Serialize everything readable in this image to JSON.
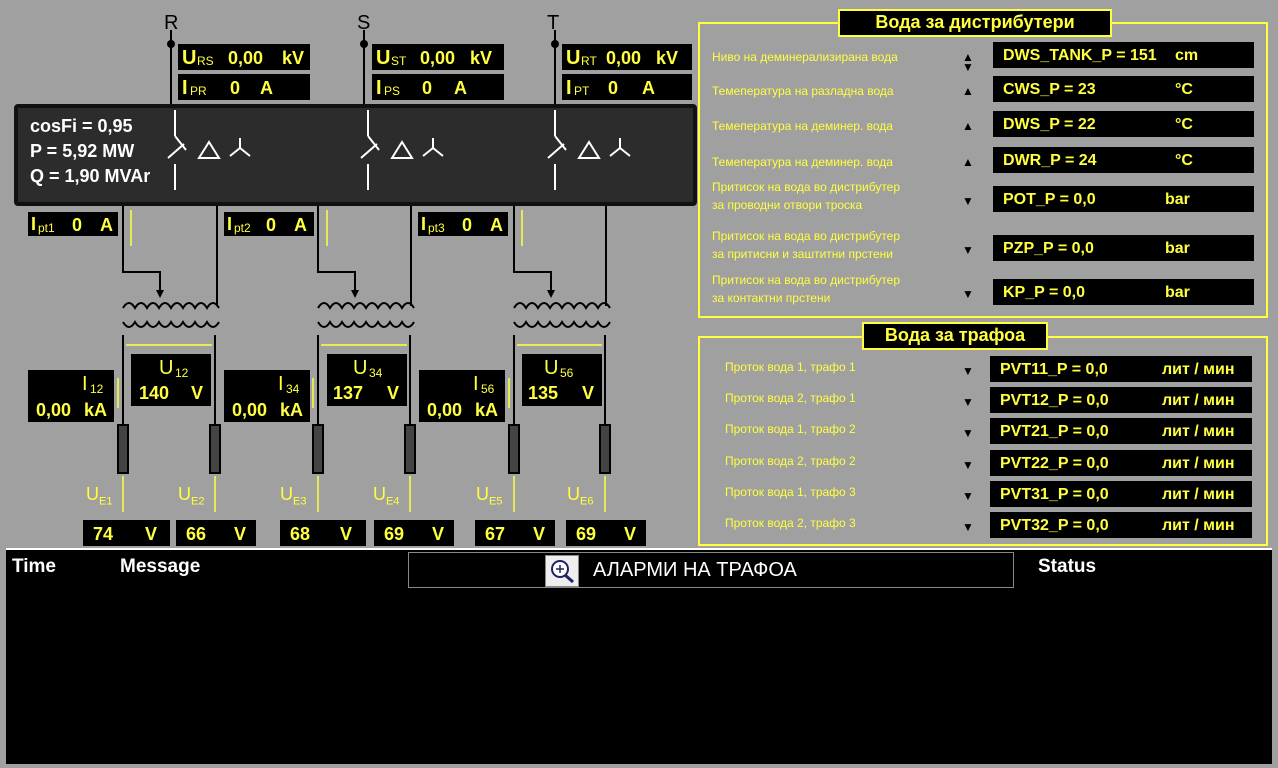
{
  "phases": {
    "r": "R",
    "s": "S",
    "t": "T"
  },
  "u_rs": {
    "main": "U",
    "sub": "RS",
    "value": "0,00",
    "unit": "kV"
  },
  "u_st": {
    "main": "U",
    "sub": "ST",
    "value": "0,00",
    "unit": "kV"
  },
  "u_rt": {
    "main": "U",
    "sub": "RT",
    "value": "0,00",
    "unit": "kV"
  },
  "i_pr": {
    "main": "I",
    "sub": "PR",
    "value": "0",
    "unit": "A"
  },
  "i_ps": {
    "main": "I",
    "sub": "PS",
    "value": "0",
    "unit": "A"
  },
  "i_pt": {
    "main": "I",
    "sub": "PT",
    "value": "0",
    "unit": "A"
  },
  "power": {
    "cosfi": "cosFi = 0,95",
    "p": "P =  5,92 MW",
    "q": "Q =  1,90 MVAr"
  },
  "ipt": [
    {
      "main": "I",
      "sub": "pt1",
      "value": "0",
      "unit": "A"
    },
    {
      "main": "I",
      "sub": "pt2",
      "value": "0",
      "unit": "A"
    },
    {
      "main": "I",
      "sub": "pt3",
      "value": "0",
      "unit": "A"
    }
  ],
  "trafo_u": [
    {
      "main": "U",
      "sub": "12",
      "value": "140",
      "unit": "V"
    },
    {
      "main": "U",
      "sub": "34",
      "value": "137",
      "unit": "V"
    },
    {
      "main": "U",
      "sub": "56",
      "value": "135",
      "unit": "V"
    }
  ],
  "trafo_i": [
    {
      "main": "I",
      "sub": "12",
      "value": "0,00",
      "unit": "kA"
    },
    {
      "main": "I",
      "sub": "34",
      "value": "0,00",
      "unit": "kA"
    },
    {
      "main": "I",
      "sub": "56",
      "value": "0,00",
      "unit": "kA"
    }
  ],
  "ue": [
    {
      "main": "U",
      "sub": "E1",
      "value": "74",
      "unit": "V"
    },
    {
      "main": "U",
      "sub": "E2",
      "value": "66",
      "unit": "V"
    },
    {
      "main": "U",
      "sub": "E3",
      "value": "68",
      "unit": "V"
    },
    {
      "main": "U",
      "sub": "E4",
      "value": "69",
      "unit": "V"
    },
    {
      "main": "U",
      "sub": "E5",
      "value": "67",
      "unit": "V"
    },
    {
      "main": "U",
      "sub": "E6",
      "value": "69",
      "unit": "V"
    }
  ],
  "water_dist": {
    "title": "Вода за дистрибутери",
    "rows": [
      {
        "label": "Ниво на деминерализирана вода",
        "label2": "",
        "tag": "DWS_TANK_P =  151",
        "unit": "cm"
      },
      {
        "label": "Темепература на разладна вода",
        "label2": "",
        "tag": "CWS_P =  23",
        "unit": "°C"
      },
      {
        "label": "Темепература на деминер. вода",
        "label2": "",
        "tag": "DWS_P =  22",
        "unit": "°C"
      },
      {
        "label": "Темепература на деминер. вода",
        "label2": "",
        "tag": "DWR_P =  24",
        "unit": "°C"
      },
      {
        "label": "Притисок на вода во дистрибутер",
        "label2": "за проводни отвори троска",
        "tag": "POT_P =  0,0",
        "unit": "bar"
      },
      {
        "label": "Притисок на вода во дистрибутер",
        "label2": "за притисни и заштитни прстени",
        "tag": "PZP_P = 0,0",
        "unit": "bar"
      },
      {
        "label": "Притисок на вода во дистрибутер",
        "label2": "за контактни прстени",
        "tag": "KP_P =  0,0",
        "unit": "bar"
      }
    ]
  },
  "water_trafo": {
    "title": "Вода за трафоа",
    "rows": [
      {
        "label": "Проток вода 1, трафо 1",
        "tag": "PVT11_P =  0,0",
        "unit": "лит / мин"
      },
      {
        "label": "Проток вода 2, трафо 1",
        "tag": "PVT12_P =  0,0",
        "unit": "лит / мин"
      },
      {
        "label": "Проток вода 1, трафо 2",
        "tag": "PVT21_P =  0,0",
        "unit": "лит / мин"
      },
      {
        "label": "Проток вода 2, трафо 2",
        "tag": "PVT22_P =  0,0",
        "unit": "лит / мин"
      },
      {
        "label": "Проток вода 1, трафо 3",
        "tag": "PVT31_P =  0,0",
        "unit": "лит / мин"
      },
      {
        "label": "Проток вода 2, трафо 3",
        "tag": "PVT32_P =  0,0",
        "unit": "лит / мин"
      }
    ]
  },
  "alarms": {
    "col_time": "Time",
    "col_message": "Message",
    "title": "АЛАРМИ НА ТРАФОА",
    "col_status": "Status"
  },
  "colors": {
    "accent": "#ffff40",
    "background": "#a0a0a0",
    "panel": "#2c2c2c"
  }
}
